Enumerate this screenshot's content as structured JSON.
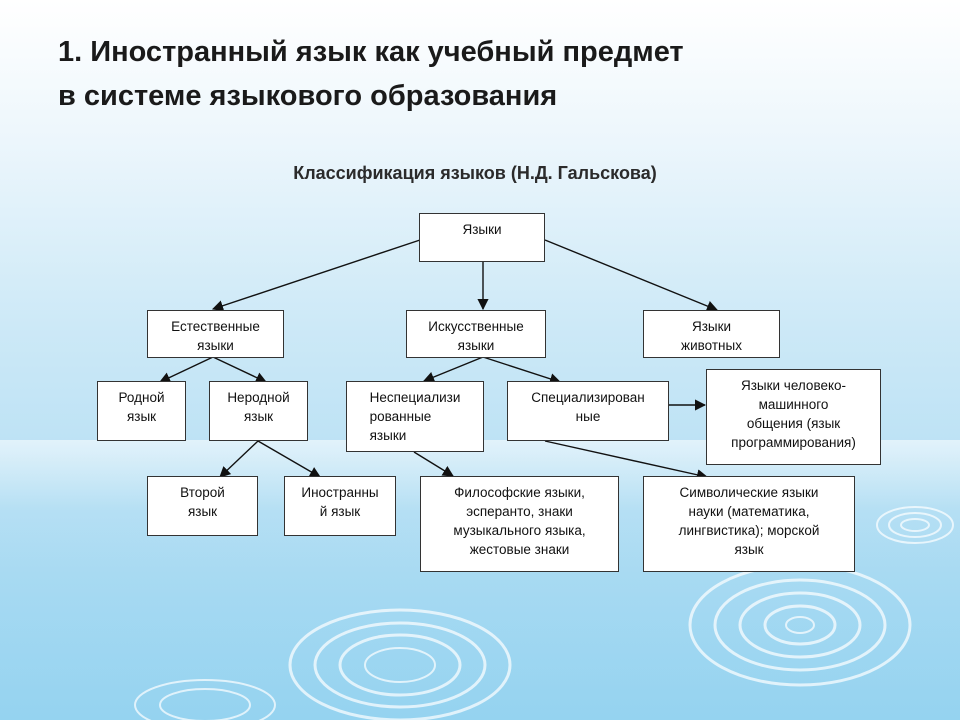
{
  "title": "1. Иностранный язык как учебный предмет\nв системе языкового образования",
  "subtitle": "Классификация языков (Н.Д. Гальскова)",
  "nodes": {
    "root": "Языки",
    "natural": "Естественные\nязыки",
    "artificial": "Искусственные\nязыки",
    "animal": "Языки\nживотных",
    "native": "Родной\nязык",
    "nonnative": "Неродной\nязык",
    "nonspecialized": "Неспециализи\nрованные\nязыки",
    "specialized": "Специализирован\nные",
    "human_machine": "Языки человеко-\nмашинного\nобщения (язык\nпрограммирования)",
    "second": "Второй\nязык",
    "foreign": "Иностранны\nй язык",
    "philosophical": "Философские языки,\nэсперанто, знаки\nмузыкального языка,\nжестовые знаки",
    "symbolic": "Символические языки\nнауки (математика,\nлингвистика); морской\nязык"
  },
  "colors": {
    "line": "#111111",
    "box_border": "#333333",
    "ripple": "#ffffff"
  }
}
